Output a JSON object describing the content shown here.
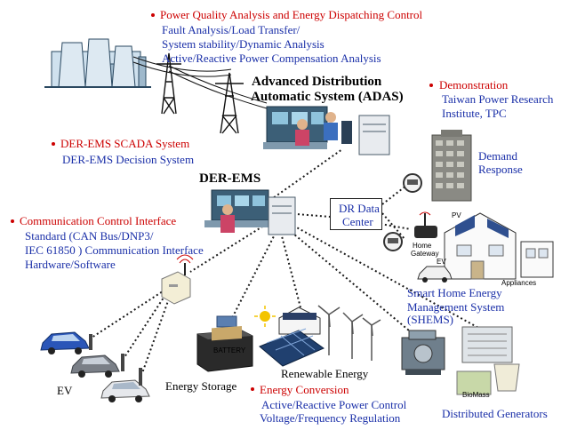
{
  "power_quality": {
    "title": "Power Quality Analysis and Energy Dispatching Control",
    "lines": [
      "Fault Analysis/Load Transfer/",
      "System stability/Dynamic Analysis",
      "Active/Reactive Power Compensation Analysis"
    ]
  },
  "adas": {
    "line1": "Advanced Distribution",
    "line2": "Automatic System (ADAS)"
  },
  "demonstration": {
    "title": "Demonstration",
    "lines": [
      "Taiwan Power Research",
      "Institute, TPC"
    ]
  },
  "der_scada": {
    "title": "DER-EMS SCADA System",
    "sub": "DER-EMS Decision System"
  },
  "der_ems": {
    "label": "DER-EMS"
  },
  "demand_response": {
    "line1": "Demand",
    "line2": "Response"
  },
  "dr_center": {
    "line1": "DR Data",
    "line2": "Center"
  },
  "comm": {
    "title": "Communication Control Interface",
    "lines": [
      "Standard (CAN Bus/DNP3/",
      "IEC 61850 ) Communication Interface",
      "Hardware/Software"
    ]
  },
  "home": {
    "pv": "PV",
    "gateway_line1": "Home",
    "gateway_line2": "Gateway",
    "ev": "EV",
    "appliances": "Appliances"
  },
  "shems": {
    "lines": [
      "Smart Home Energy",
      "Management System",
      "(SHEMS)"
    ]
  },
  "labels": {
    "ev": "EV",
    "energy_storage": "Energy Storage",
    "renewable": "Renewable Energy",
    "battery": "BATTERY",
    "distributed": "Distributed Generators",
    "biomass": "BioMass"
  },
  "energy_conversion": {
    "title": "Energy Conversion",
    "lines": [
      "Active/Reactive Power Control",
      "Voltage/Frequency Regulation"
    ]
  },
  "colors": {
    "red": "#cc0000",
    "blue": "#1a2fa8",
    "link": "#1a1a1a"
  }
}
